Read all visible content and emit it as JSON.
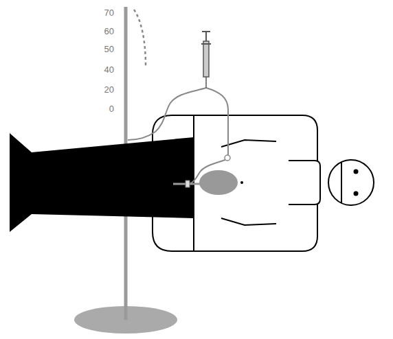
{
  "diagram": {
    "labels": [
      "70",
      "60",
      "50",
      "40",
      "20",
      "0"
    ]
  }
}
